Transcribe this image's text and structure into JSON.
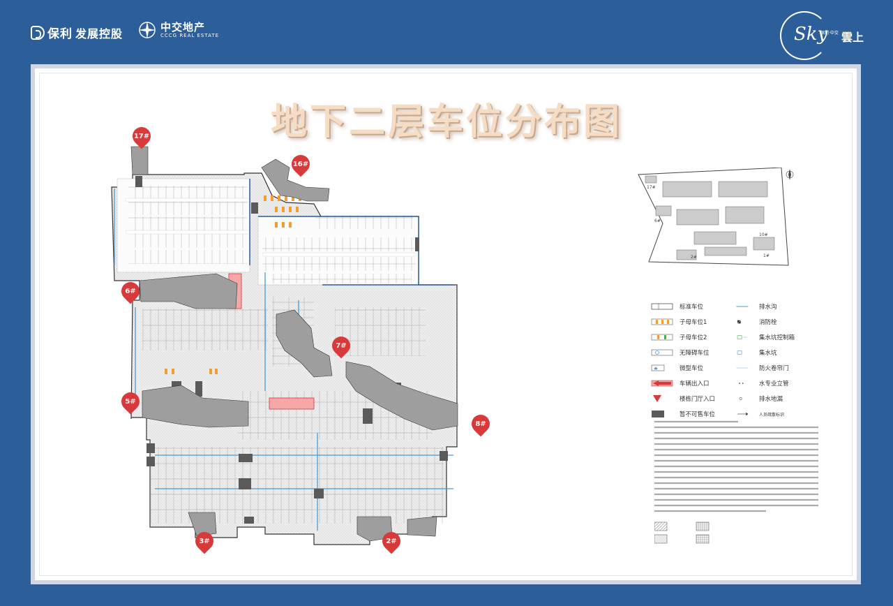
{
  "brand": {
    "poly_name": "保利",
    "poly_sub": "发展控股",
    "cccg_cn": "中交地产",
    "cccg_en": "CCCG REAL ESTATE",
    "sky_script": "Sky",
    "sky_cn": "雲上",
    "sky_tiny": "保利·中交"
  },
  "title": "地下二层车位分布图",
  "buildings": [
    {
      "label": "17#"
    },
    {
      "label": "16#"
    },
    {
      "label": "6#"
    },
    {
      "label": "7#"
    },
    {
      "label": "5#"
    },
    {
      "label": "8#"
    },
    {
      "label": "3#"
    },
    {
      "label": "2#"
    }
  ],
  "keyplan_labels": [
    "17#",
    "6#",
    "10#",
    "2#",
    "1#"
  ],
  "legend": {
    "left": [
      {
        "icon": "standard-space-icon",
        "label": "标准车位"
      },
      {
        "icon": "tandem-space-1-icon",
        "label": "子母车位1"
      },
      {
        "icon": "tandem-space-2-icon",
        "label": "子母车位2"
      },
      {
        "icon": "accessible-space-icon",
        "label": "无障碍车位"
      },
      {
        "icon": "micro-space-icon",
        "label": "微型车位"
      },
      {
        "icon": "vehicle-entrance-icon",
        "label": "车辆出入口"
      },
      {
        "icon": "lobby-entrance-icon",
        "label": "楼栋门厅入口"
      },
      {
        "icon": "unsold-space-icon",
        "label": "暂不可售车位"
      }
    ],
    "right": [
      {
        "icon": "drain-ditch-icon",
        "label": "排水沟"
      },
      {
        "icon": "fire-hydrant-icon",
        "label": "消防栓"
      },
      {
        "icon": "sump-control-box-icon",
        "label": "集水坑控制箱"
      },
      {
        "icon": "sump-pit-icon",
        "label": "集水坑"
      },
      {
        "icon": "fire-shutter-icon",
        "label": "防火卷帘门"
      },
      {
        "icon": "water-riser-icon",
        "label": "水专业立管"
      },
      {
        "icon": "floor-drain-icon",
        "label": "排水地漏"
      },
      {
        "icon": "pipe-icon",
        "label": "人员疏散标识"
      }
    ]
  },
  "colors": {
    "frame_blue": "#2c5f9a",
    "title": "#f5dcc4",
    "marker_red": "#d63a3a",
    "unsold_gray": "#5a5a5a",
    "drain_blue": "#4a9ad6",
    "ramp_pink": "#f4a8a8"
  }
}
